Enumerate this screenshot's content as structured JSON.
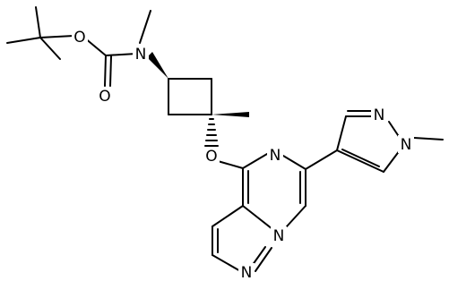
{
  "molecule": {
    "labels": {
      "o_carbonyl": "O",
      "o_ester": "O",
      "n_carbamate": "N",
      "o_ether": "O",
      "n_pyrazine": "N",
      "n_pyrazole_1": "N",
      "n_pyrazole_2": "N",
      "n_bridge": "N",
      "n_pyrazolo": "N"
    },
    "colors": {
      "bond": "#000000",
      "background": "#ffffff"
    }
  }
}
